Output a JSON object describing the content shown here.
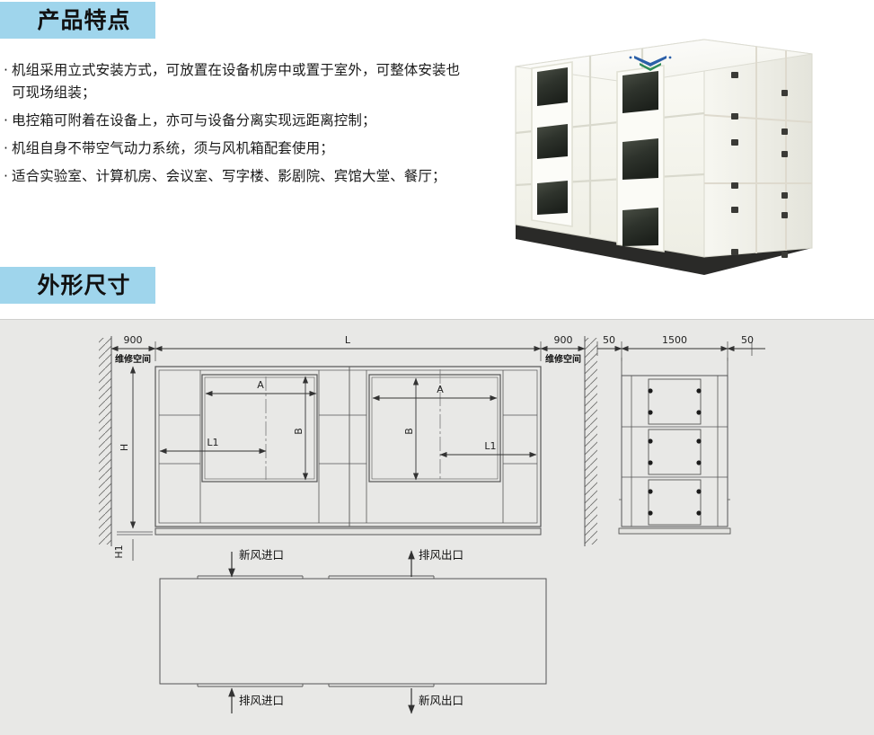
{
  "colors": {
    "badge_bg": "#9fd5ec",
    "drawing_bg": "#e8e8e6",
    "line": "#555555",
    "text": "#111111"
  },
  "sections": {
    "features": {
      "heading": "产品特点",
      "items": [
        "机组采用立式安装方式，可放置在设备机房中或置于室外，可整体安装也可现场组装；",
        "电控箱可附着在设备上，亦可与设备分离实现远距离控制；",
        "机组自身不带空气动力系统，须与风机箱配套使用；",
        "适合实验室、计算机房、会议室、写字楼、影剧院、宾馆大堂、餐厅；"
      ],
      "bullet": "·"
    },
    "dimensions": {
      "heading": "外形尺寸"
    }
  },
  "product_photo": {
    "alt": "立式空气处理机组产品照片",
    "logo": "brand-logo"
  },
  "drawing": {
    "front_view": {
      "top_dims": [
        {
          "label": "900",
          "note": "维修空间"
        },
        {
          "label": "L",
          "note": ""
        },
        {
          "label": "900",
          "note": "维修空间"
        }
      ],
      "height_label": "H",
      "base_label": "H1",
      "inner_labels": {
        "width_a": "A",
        "height_b": "B",
        "offset_l1": "L1"
      }
    },
    "side_view": {
      "top_dims": [
        {
          "label": "50"
        },
        {
          "label": "1500"
        },
        {
          "label": "50"
        }
      ]
    },
    "plan_view": {
      "ports": [
        {
          "name": "fresh-air-inlet",
          "label": "新风进口",
          "direction": "down",
          "side": "top"
        },
        {
          "name": "exhaust-air-outlet",
          "label": "排风出口",
          "direction": "up",
          "side": "top"
        },
        {
          "name": "exhaust-air-inlet",
          "label": "排风进口",
          "direction": "up",
          "side": "bottom"
        },
        {
          "name": "fresh-air-outlet",
          "label": "新风出口",
          "direction": "down",
          "side": "bottom"
        }
      ]
    }
  }
}
